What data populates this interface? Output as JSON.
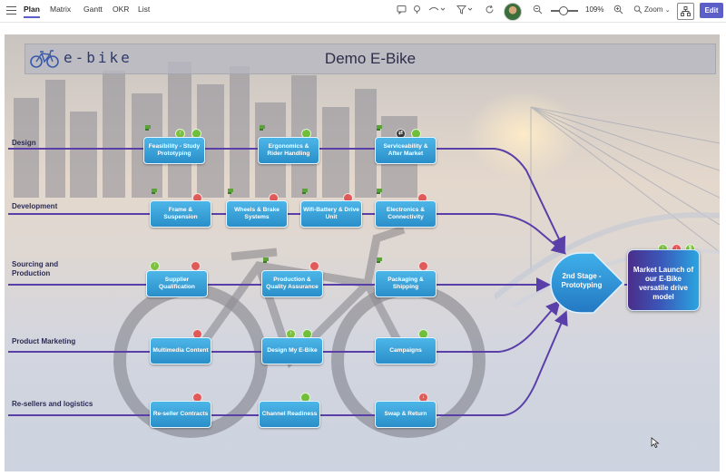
{
  "nav": {
    "tabs": [
      {
        "label": "Plan",
        "active": true
      },
      {
        "label": "Matrix"
      },
      {
        "label": "Gantt"
      },
      {
        "label": "OKR"
      },
      {
        "label": "List"
      }
    ]
  },
  "toolbar": {
    "zoom_percent": "109%",
    "zoom_label": "Zoom",
    "edit_label": "Edit",
    "icons": [
      "comment-icon",
      "location-pin-icon",
      "view-icon",
      "filter-icon",
      "refresh-icon",
      "zoom-out-icon",
      "zoom-in-icon",
      "hierarchy-icon"
    ],
    "accent": "#5b5fc7"
  },
  "header": {
    "logo_text": "e-bike",
    "title": "Demo E-Bike"
  },
  "lanes": [
    {
      "label": "Design"
    },
    {
      "label": "Development"
    },
    {
      "label": "Sourcing and Production"
    },
    {
      "label": "Product Marketing"
    },
    {
      "label": "Re-sellers and logistics"
    }
  ],
  "tasks": [
    {
      "label": "Feasibility - Study Prototyping"
    },
    {
      "label": "Ergonomics & Rider Handling"
    },
    {
      "label": "Serviceability & After Market"
    },
    {
      "label": "Frame & Suspension"
    },
    {
      "label": "Wheels & Brake Systems"
    },
    {
      "label": "Wifi-Battery & Drive Unit"
    },
    {
      "label": "Electronics & Connectivity"
    },
    {
      "label": "Supplier Qualification"
    },
    {
      "label": "Production & Quality Assurance"
    },
    {
      "label": "Packaging & Shipping"
    },
    {
      "label": "Multimedia Content"
    },
    {
      "label": "Design My E-Bike"
    },
    {
      "label": "Campaigns"
    },
    {
      "label": "Re-seller Contracts"
    },
    {
      "label": "Channel Readiness"
    },
    {
      "label": "Swap & Return"
    }
  ],
  "milestone": {
    "label": "2nd Stage - Prototyping"
  },
  "final": {
    "label": "Market Launch of our E-Bike versatile drive model"
  },
  "colors": {
    "task_fill": "#2a8fc9",
    "connector": "#5a3fa8",
    "status_red": "#e05a5a",
    "status_green": "#6fbf3a"
  }
}
